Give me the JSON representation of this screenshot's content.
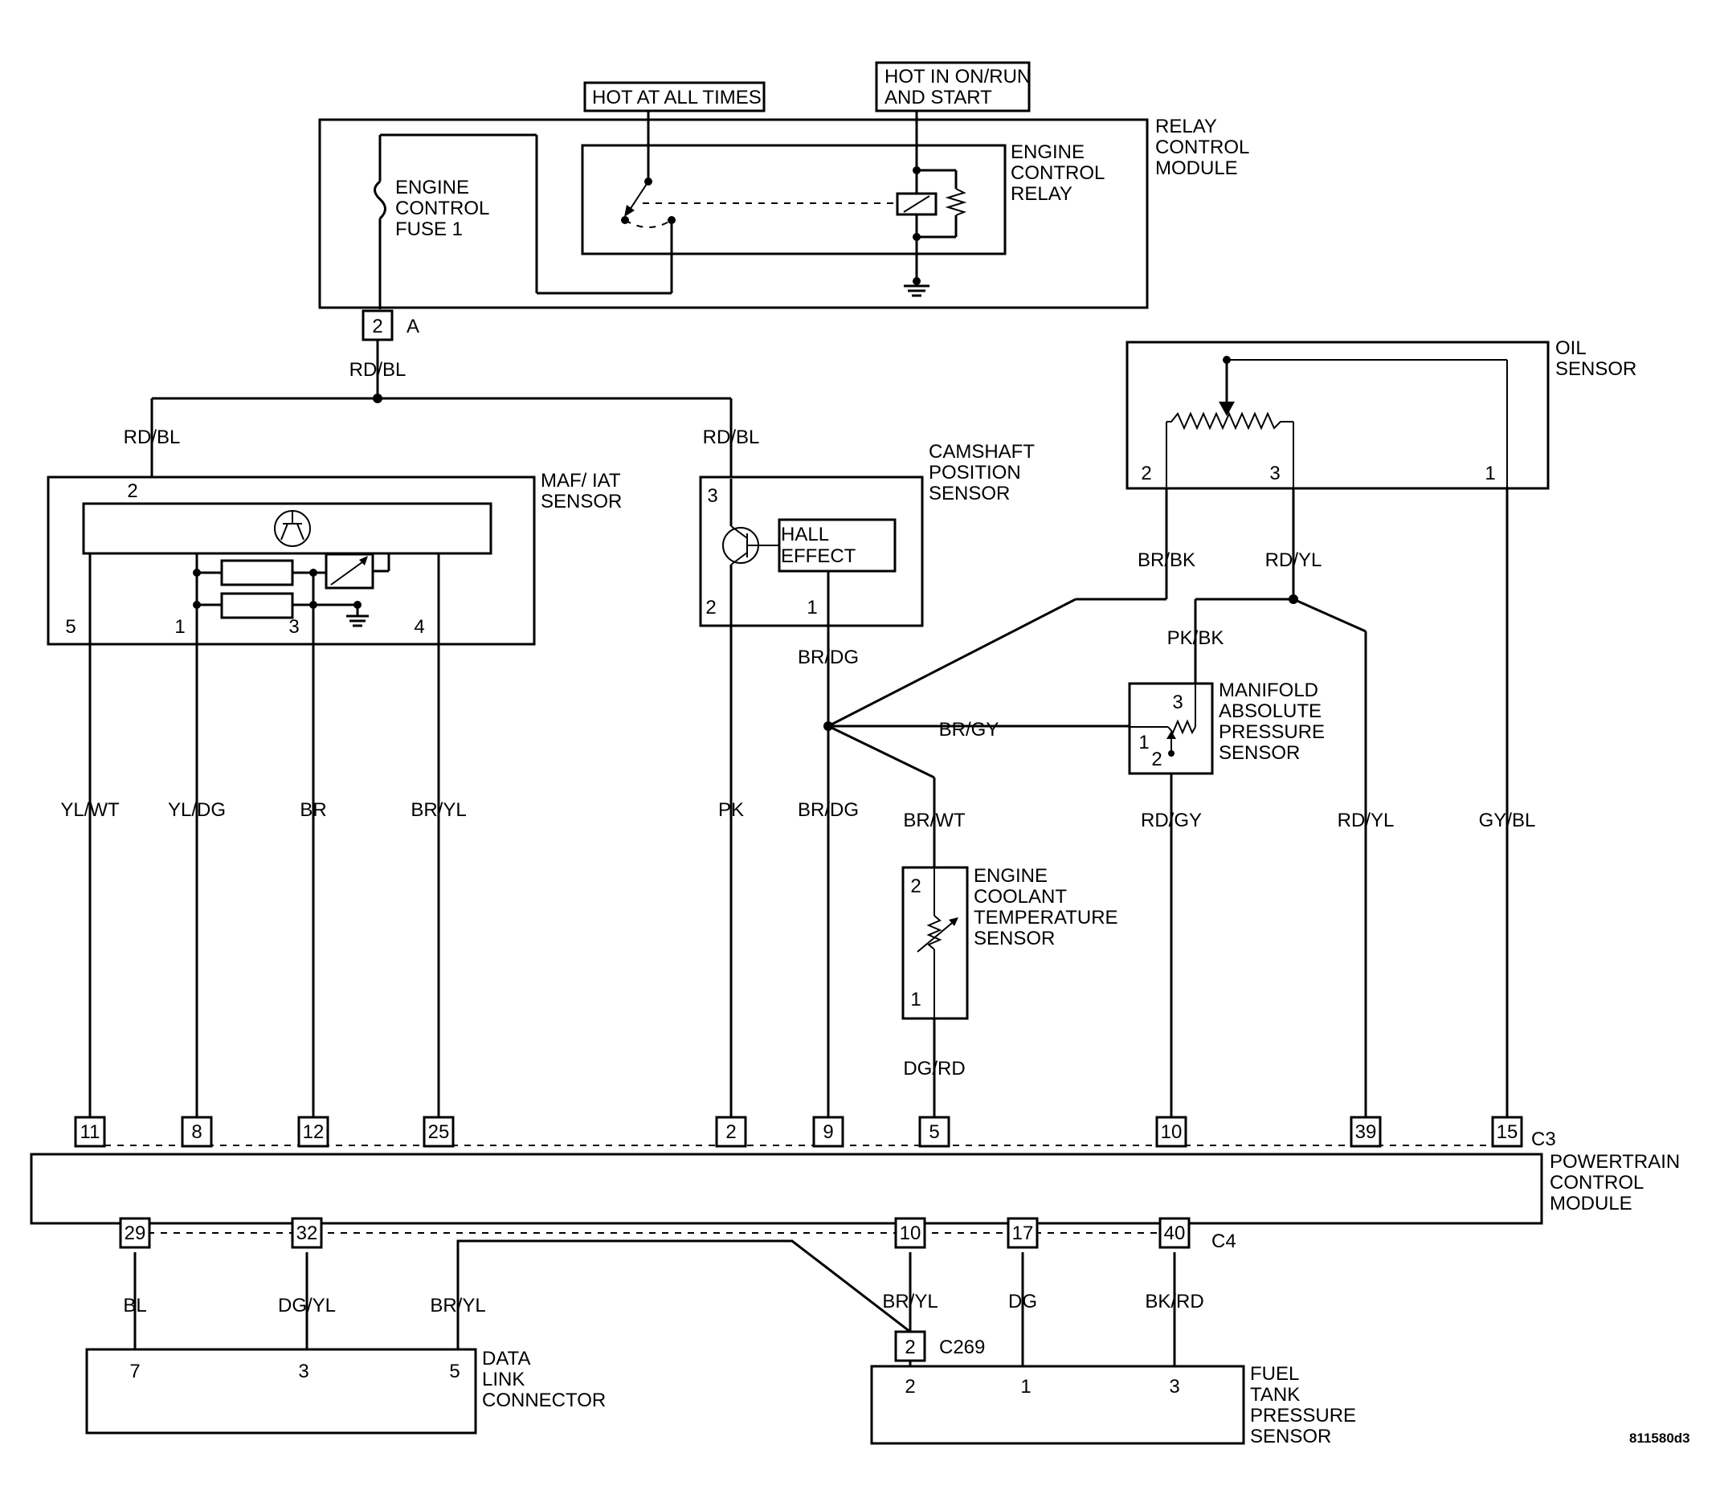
{
  "labels": {
    "hot_all_times": "HOT AT ALL TIMES",
    "hot_on_run_1": "HOT IN ON/RUN",
    "hot_on_run_2": "AND START",
    "relay_module": [
      "RELAY",
      "CONTROL",
      "MODULE"
    ],
    "engine_control_relay": [
      "ENGINE",
      "CONTROL",
      "RELAY"
    ],
    "engine_control_fuse": [
      "ENGINE",
      "CONTROL",
      "FUSE 1"
    ],
    "connector_a_pin": "2",
    "connector_a": "A",
    "oil_sensor": [
      "OIL",
      "SENSOR"
    ],
    "oil_pins": [
      "2",
      "3",
      "1"
    ],
    "maf_iat": [
      "MAF/ IAT",
      "SENSOR"
    ],
    "maf_pins": [
      "2",
      "5",
      "1",
      "3",
      "4"
    ],
    "camshaft": [
      "CAMSHAFT",
      "POSITION",
      "SENSOR"
    ],
    "cam_pins": [
      "3",
      "2",
      "1"
    ],
    "hall_effect": [
      "HALL",
      "EFFECT"
    ],
    "map_sensor": [
      "MANIFOLD",
      "ABSOLUTE",
      "PRESSURE",
      "SENSOR"
    ],
    "map_pins": [
      "3",
      "1",
      "2"
    ],
    "ect_sensor": [
      "ENGINE",
      "COOLANT",
      "TEMPERATURE",
      "SENSOR"
    ],
    "ect_pins": [
      "2",
      "1"
    ],
    "pcm": [
      "POWERTRAIN",
      "CONTROL",
      "MODULE"
    ],
    "c3": "C3",
    "c4": "C4",
    "c269_pin": "2",
    "c269": "C269",
    "dlc": [
      "DATA",
      "LINK",
      "CONNECTOR"
    ],
    "dlc_pins": [
      "7",
      "3",
      "5"
    ],
    "ftp": [
      "FUEL",
      "TANK",
      "PRESSURE",
      "SENSOR"
    ],
    "ftp_pins": [
      "2",
      "1",
      "3"
    ],
    "figure_id": "811580d3"
  },
  "wires": {
    "rd_bl_main": "RD/BL",
    "rd_bl_left": "RD/BL",
    "rd_bl_right": "RD/BL",
    "br_bk": "BR/BK",
    "rd_yl_oil": "RD/YL",
    "pk_bk": "PK/BK",
    "br_dg_upper": "BR/DG",
    "br_gy": "BR/GY",
    "yl_wt": "YL/WT",
    "yl_dg": "YL/DG",
    "br": "BR",
    "br_yl": "BR/YL",
    "pk": "PK",
    "br_dg_lower": "BR/DG",
    "br_wt": "BR/WT",
    "rd_gy": "RD/GY",
    "rd_yl_right": "RD/YL",
    "gy_bl": "GY/BL",
    "dg_rd": "DG/RD",
    "bl": "BL",
    "dg_yl": "DG/YL",
    "br_yl_dlc": "BR/YL",
    "br_yl_c269": "BR/YL",
    "dg": "DG",
    "bk_rd": "BK/RD"
  },
  "c3_pins": [
    "11",
    "8",
    "12",
    "25",
    "2",
    "9",
    "5",
    "10",
    "39",
    "15"
  ],
  "c4_pins": [
    "29",
    "32",
    "10",
    "17",
    "40"
  ]
}
